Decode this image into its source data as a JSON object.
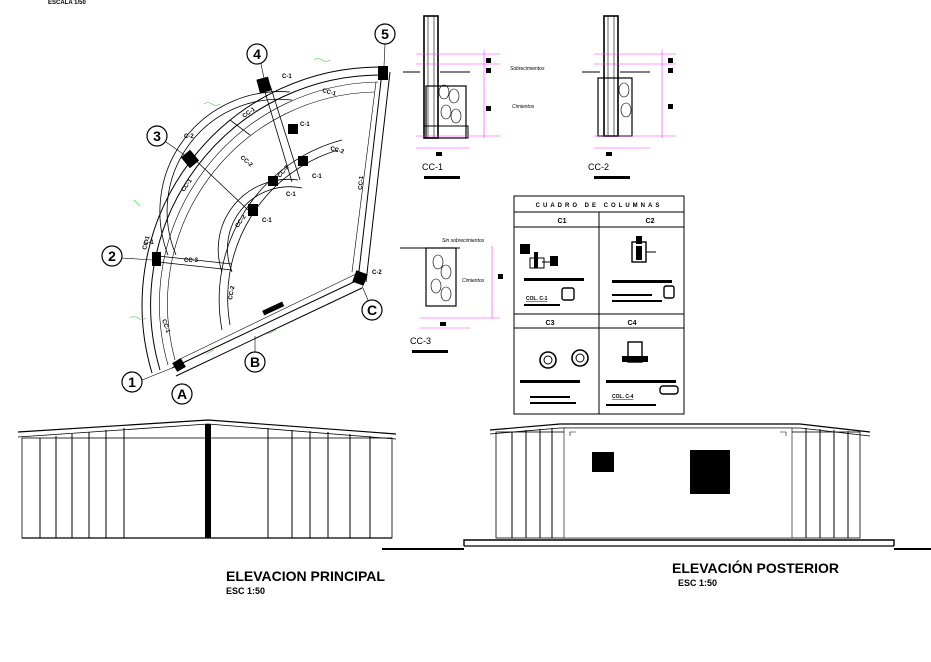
{
  "header_note": "ESCALA 1/50",
  "plan": {
    "grid_numbers": [
      "1",
      "2",
      "3",
      "4",
      "5"
    ],
    "grid_letters": [
      "A",
      "B",
      "C"
    ],
    "column_tags": [
      "C-1",
      "C-1",
      "C-1",
      "C-1",
      "C-1",
      "C-2",
      "C-2",
      "C-1",
      "C-2",
      "C-1",
      "C-2"
    ],
    "beam_tags": [
      "CC-1",
      "CC-2",
      "CC-3",
      "CC-1",
      "CC-2",
      "CC-1",
      "CC-2",
      "CC-1",
      "CC-2",
      "CC-1",
      "CC-1",
      "CC-2"
    ]
  },
  "sections": {
    "sobrecimiento_label": "Sobrecimientos",
    "cimiento_label": "Cimientos",
    "sobrecimiento_label_cc3": "Sin sobrecimientos",
    "cimiento_label_cc3": "Cimientos",
    "cc1_title": "CC-1",
    "cc2_title": "CC-2",
    "cc3_title": "CC-3"
  },
  "column_table": {
    "title": "CUADRO DE COLUMNAS",
    "headers": [
      "C1",
      "C2",
      "C3",
      "C4"
    ],
    "detail_col_c1": "COL. C-1",
    "detail_col_c4": "COL. C-4"
  },
  "elevations": {
    "principal_title": "ELEVACION PRINCIPAL",
    "principal_scale": "ESC 1:50",
    "posterior_title": "ELEVACIÓN POSTERIOR",
    "posterior_scale": "ESC 1:50"
  }
}
